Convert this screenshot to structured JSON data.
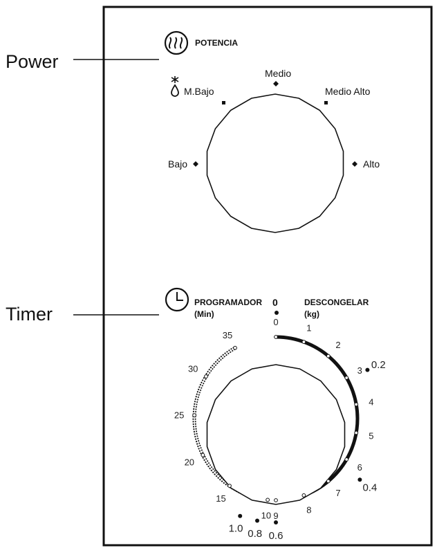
{
  "callouts": {
    "power": "Power",
    "timer": "Timer"
  },
  "power": {
    "title": "POTENCIA",
    "positions": [
      {
        "id": "bajo",
        "label": "Bajo"
      },
      {
        "id": "mbajo",
        "label": "M.Bajo"
      },
      {
        "id": "medio",
        "label": "Medio"
      },
      {
        "id": "medioalto",
        "label": "Medio Alto"
      },
      {
        "id": "alto",
        "label": "Alto"
      }
    ],
    "icons": {
      "power": "heat-waves-icon",
      "defrost": "snowflake-drop-icon"
    }
  },
  "timer": {
    "title": "PROGRAMADOR",
    "unit": "(Min)",
    "defrost_title": "DESCONGELAR",
    "defrost_unit": "(kg)",
    "zero_mark": "0",
    "minute_labels": [
      {
        "value": 0,
        "text": "0"
      },
      {
        "value": 1,
        "text": "1"
      },
      {
        "value": 2,
        "text": "2"
      },
      {
        "value": 3,
        "text": "3"
      },
      {
        "value": 4,
        "text": "4"
      },
      {
        "value": 5,
        "text": "5"
      },
      {
        "value": 6,
        "text": "6"
      },
      {
        "value": 7,
        "text": "7"
      },
      {
        "value": 8,
        "text": "8"
      },
      {
        "value": 9,
        "text": "9"
      },
      {
        "value": 10,
        "text": "10"
      },
      {
        "value": 15,
        "text": "15"
      },
      {
        "value": 20,
        "text": "20"
      },
      {
        "value": 25,
        "text": "25"
      },
      {
        "value": 30,
        "text": "30"
      },
      {
        "value": 35,
        "text": "35"
      }
    ],
    "weight_labels": [
      {
        "text": "0.2",
        "near_minute": 3.1
      },
      {
        "text": "0.4",
        "near_minute": 6.3
      },
      {
        "text": "0.6",
        "near_minute": 9.0
      },
      {
        "text": "0.8",
        "near_minute": 10.8
      },
      {
        "text": "1.0",
        "near_minute": 12.5
      }
    ],
    "icons": {
      "clock": "clock-icon"
    }
  }
}
